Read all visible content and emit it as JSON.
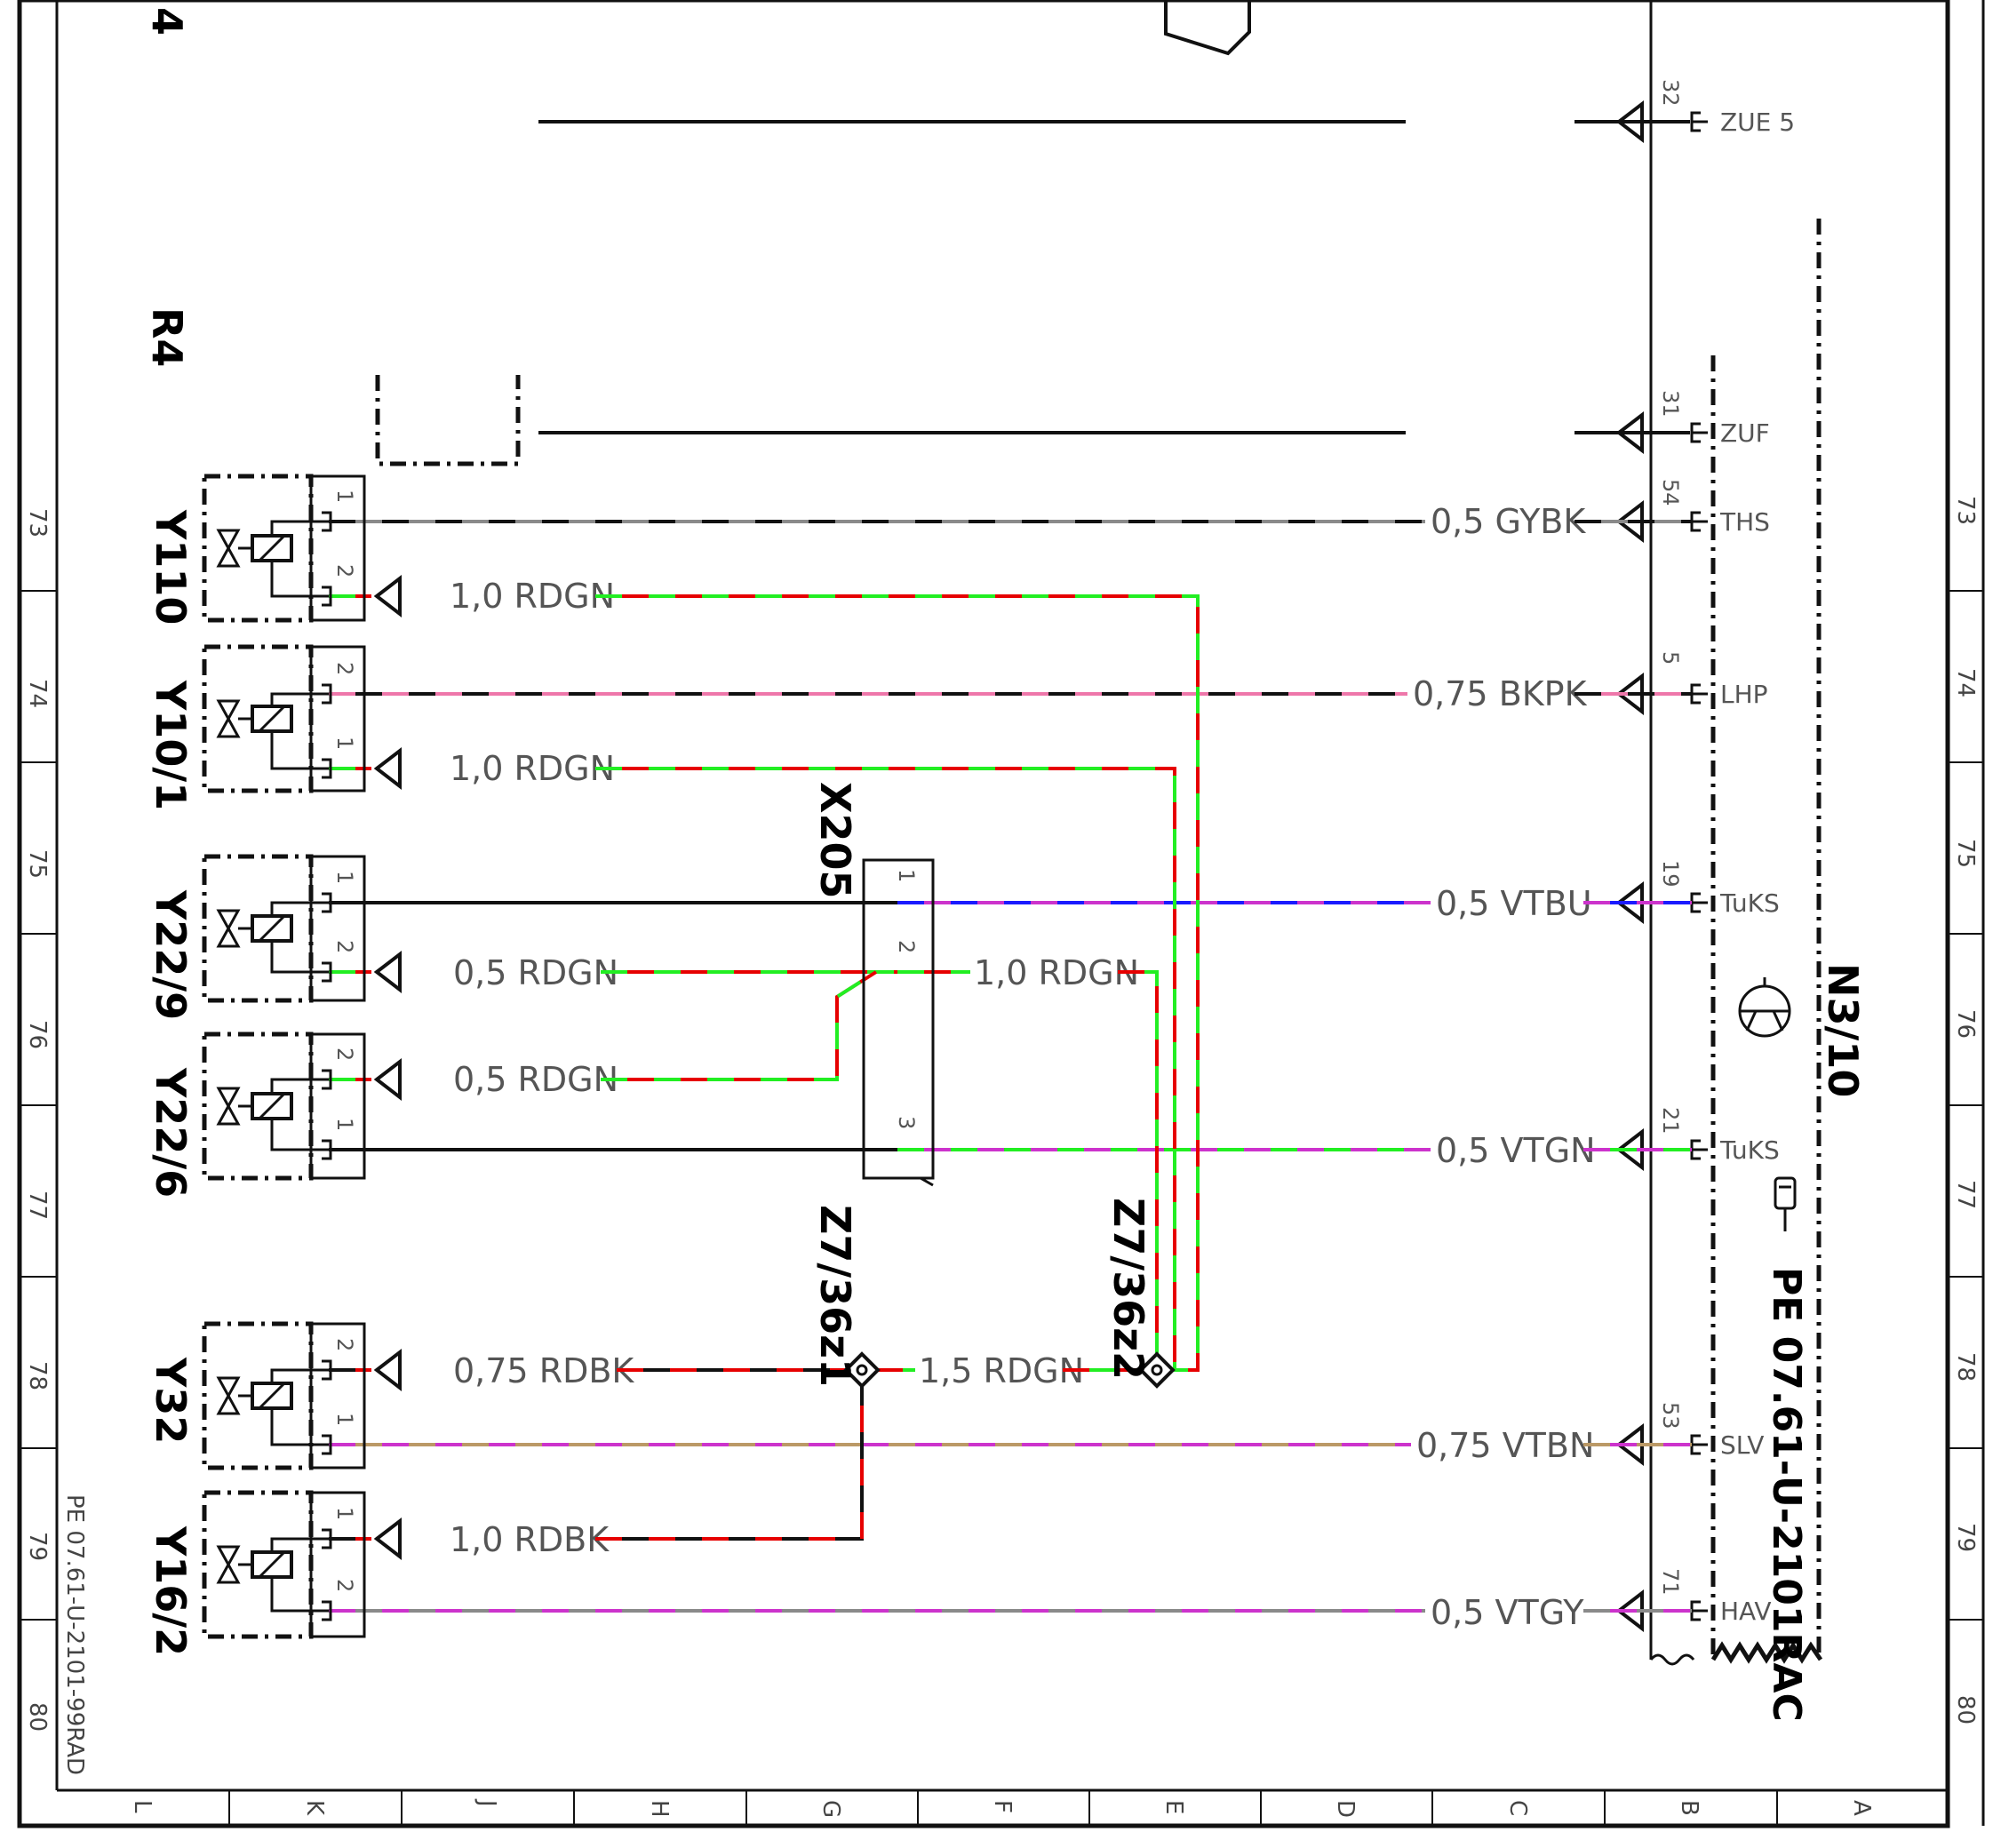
{
  "sheet": {
    "doc_code_left": "PE 07.61-U-2101-99RAD",
    "doc_code_right": "PE 07.61-U-2101RAC",
    "control_unit": "N3/10",
    "top_label": "4",
    "rows": [
      "73",
      "74",
      "75",
      "76",
      "77",
      "78",
      "79",
      "80"
    ],
    "columns": [
      "L",
      "K",
      "J",
      "H",
      "G",
      "F",
      "E",
      "D",
      "C",
      "B",
      "A"
    ]
  },
  "components": {
    "r4": "R4",
    "y110": "Y110",
    "y10_1": "Y10/1",
    "y22_9": "Y22/9",
    "y22_6": "Y22/6",
    "y32": "Y32",
    "y16_2": "Y16/2",
    "x205": "X205",
    "z7_36z1": "Z7/36z1",
    "z7_36z2": "Z7/36z2"
  },
  "ecu_pins": [
    {
      "num": "32",
      "name": "ZUE 5"
    },
    {
      "num": "31",
      "name": "ZUF"
    },
    {
      "num": "54",
      "name": "THS"
    },
    {
      "num": "5",
      "name": "LHP"
    },
    {
      "num": "19",
      "name": "TuKS"
    },
    {
      "num": "21",
      "name": "TuKS"
    },
    {
      "num": "53",
      "name": "SLV"
    },
    {
      "num": "71",
      "name": "HAV"
    }
  ],
  "wires": {
    "gybk": "0,5  GYBK",
    "bkpk": "0,75  BKPK",
    "vtbu": "0,5  VTBU",
    "vtgn": "0,5  VTGN",
    "vtbn": "0,75  VTBN",
    "vtgy": "0,5  VTGY",
    "y110_rdgn": "1,0  RDGN",
    "y101_rdgn": "1,0  RDGN",
    "y229_rdgn": "0,5  RDGN",
    "y226_rdgn": "0,5  RDGN",
    "x205_rdgn": "1,0  RDGN",
    "y32_rdbk": "0,75  RDBK",
    "z7_rdgn": "1,5  RDGN",
    "y162_rdbk": "1,0  RDBK"
  },
  "pins": {
    "y110": [
      "1",
      "2"
    ],
    "y10_1": [
      "2",
      "1"
    ],
    "y22_9": [
      "1",
      "2"
    ],
    "y22_6": [
      "2",
      "1"
    ],
    "y32": [
      "2",
      "1"
    ],
    "y16_2": [
      "1",
      "2"
    ],
    "x205": [
      "1",
      "2",
      "3"
    ]
  },
  "colors": {
    "red": "#e60000",
    "green": "#22ee22",
    "violet": "#cc33cc",
    "blue": "#1a1aff",
    "grey": "#8a8a8a",
    "pink": "#ee77aa",
    "brown": "#bb9966",
    "black": "#111111"
  }
}
